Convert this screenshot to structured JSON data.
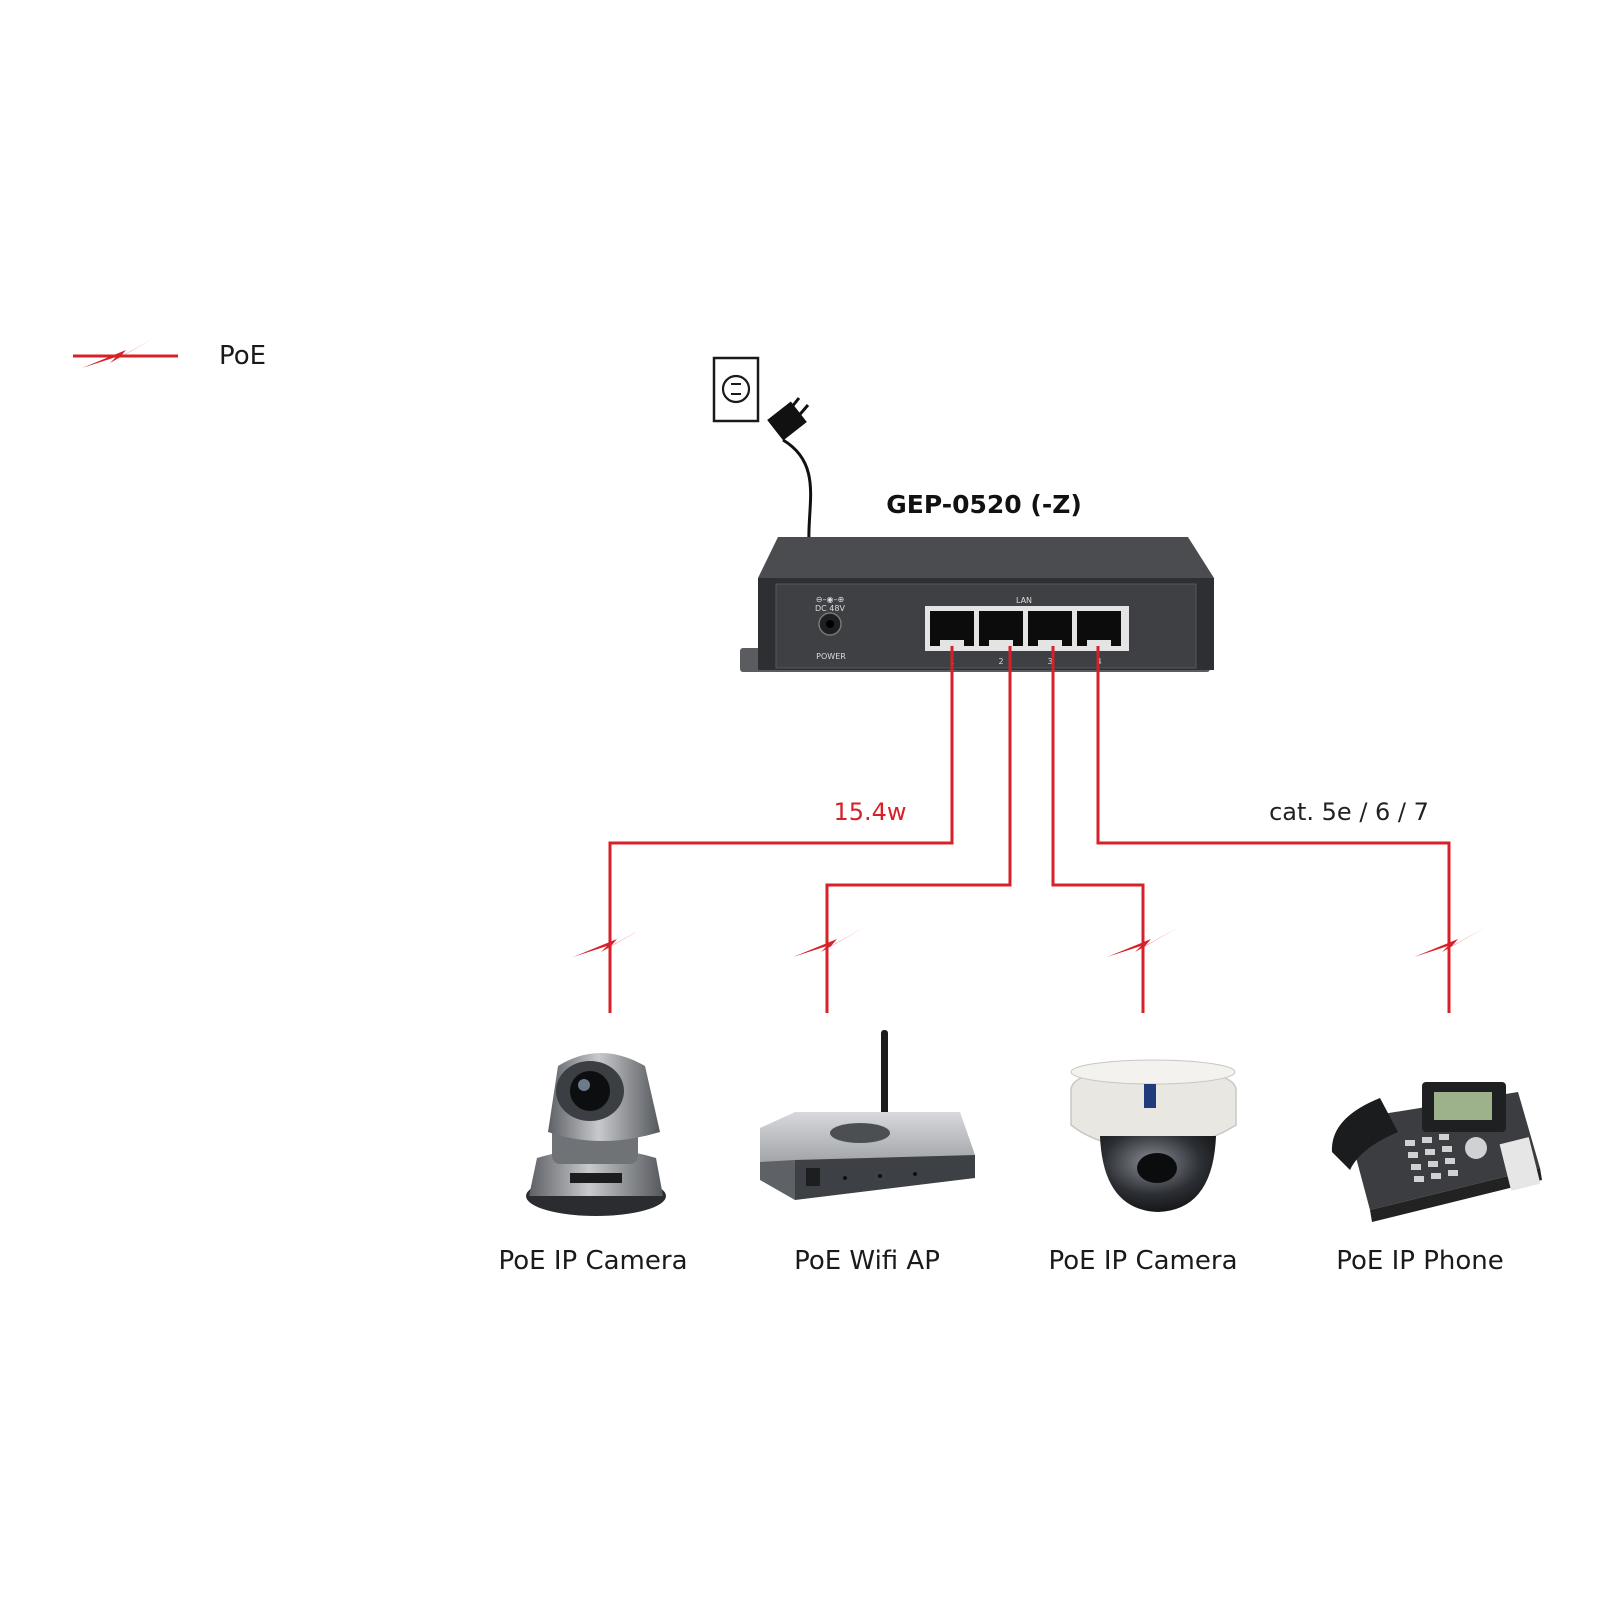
{
  "legend": {
    "label": "PoE",
    "icon": "poe-lightning-icon"
  },
  "switch": {
    "model": "GEP-0520 (-Z)",
    "lan_label": "LAN",
    "power_label": "POWER",
    "dc_label": "DC 48V",
    "port_numbers": [
      "1",
      "2",
      "3",
      "4"
    ]
  },
  "annotations": {
    "power": "15.4w",
    "cable": "cat. 5e / 6 / 7"
  },
  "devices": [
    {
      "label": "PoE IP Camera",
      "icon": "ptz-camera-icon"
    },
    {
      "label": "PoE Wifi AP",
      "icon": "wifi-access-point-icon"
    },
    {
      "label": "PoE IP Camera",
      "icon": "dome-camera-icon"
    },
    {
      "label": "PoE IP Phone",
      "icon": "ip-phone-icon"
    }
  ],
  "colors": {
    "poe_line": "#d8202a",
    "switch_body": "#3a3c3f"
  }
}
